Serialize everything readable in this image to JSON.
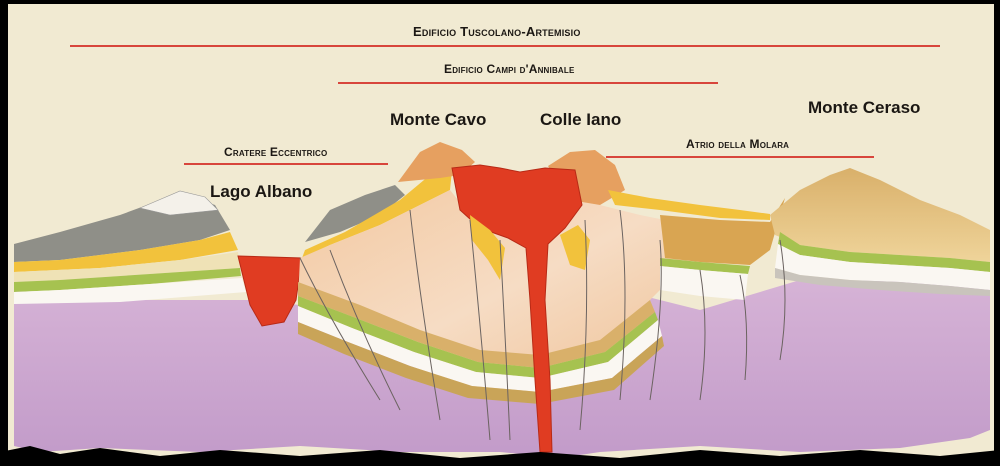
{
  "units": {
    "tuscolano_artemisio": "Edificio Tuscolano-Artemisio",
    "campi_annibale": "Edificio Campi d'Annibale",
    "cratere_eccentrico": "Cratere Eccentrico",
    "atrio_molara": "Atrio della Molara"
  },
  "places": {
    "lago_albano": "Lago Albano",
    "monte_cavo": "Monte Cavo",
    "colle_iano": "Colle Iano",
    "monte_ceraso": "Monte Ceraso"
  },
  "colors": {
    "rule_red": "#d8463c",
    "magma_red": "#e03c22",
    "basement_purple": "#c9a5cd",
    "tuff_yellow": "#f2c23c",
    "lava_orange": "#e6a060",
    "green_layer": "#a6c250",
    "grey_layer": "#8f8f88"
  }
}
